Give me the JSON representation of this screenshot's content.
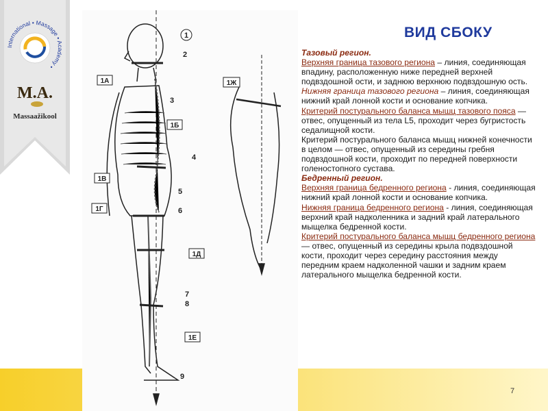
{
  "slide": {
    "title": "ВИД СБОКУ",
    "page_number": "7",
    "colors": {
      "title": "#1f3a9d",
      "accent": "#8a2a10",
      "band": "#f7cf2a",
      "ribbon": "#d9d9d9"
    }
  },
  "logo": {
    "circle_text": "International • Massage • Academy •",
    "mark": "M.A.",
    "brand": "Massaažikool"
  },
  "diagram": {
    "left_labels": [
      "1А",
      "1Б",
      "1В",
      "1Г",
      "1Д",
      "1Е"
    ],
    "right_numbers": [
      "1",
      "2",
      "3",
      "4",
      "5",
      "6",
      "7",
      "8",
      "9"
    ],
    "inset_label": "1Ж"
  },
  "content": {
    "pelvic_heading": "Тазовый регион.",
    "pelvic_upper_label": "Верхняя граница тазового региона",
    "pelvic_upper_text": " – линия, соединяющая впадину, расположенную ниже передней верхней подвздошной ости, и заднюю верхнюю подвздошную ость.",
    "pelvic_lower_label": "Нижняя граница тазового региона",
    "pelvic_lower_text": " – линия, соединяющая нижний край лонной кости и основание копчика.",
    "pelvic_criterion_label": "Критерий постурального баланса мышц тазового пояса",
    "pelvic_criterion_text": " — отвес, опущенный из тела L5, проходит через бугристость седалищной кости.",
    "limb_criterion_text": "Критерий постурального баланса мышц нижней конечности в целом — отвес, опущенный из середины гребня подвздошной кости, проходит по передней поверхности голеностопного сустава.",
    "femoral_heading": "Бедренный регион.",
    "femoral_upper_label": "Верхняя граница бедренного региона",
    "femoral_upper_text": "  - линия, соединяющая нижний край лонной кости и основание копчика.",
    "femoral_lower_label": "Нижняя граница бедренного региона",
    "femoral_lower_text": " - линия, соединяющая верхний край надколенника и задний край латерального мыщелка бедренной кости.",
    "femoral_criterion_label": "Критерий постурального баланса мышц бедренного региона",
    "femoral_criterion_text": " — отвес, опущенный из середины крыла подвздошной кости, проходит через середину расстояния между передним краем надколенной чашки и задним краем латерального мыщелка бедренной кости."
  }
}
